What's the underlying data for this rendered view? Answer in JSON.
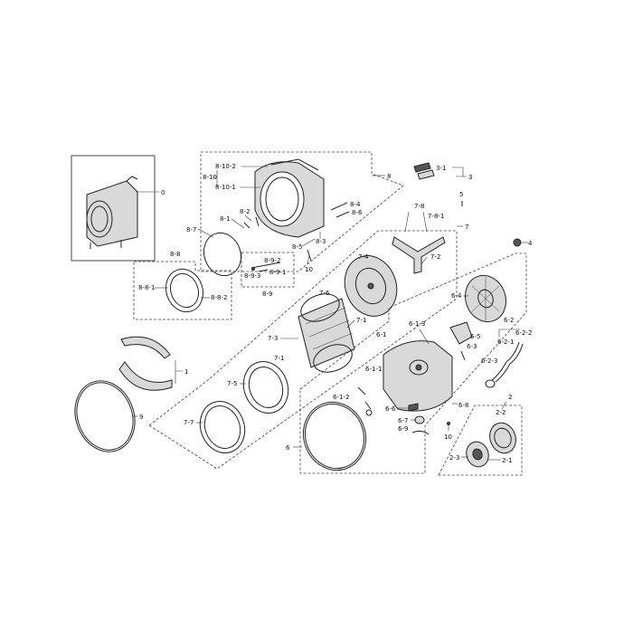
{
  "callouts": {
    "c0": "0",
    "c1": "1",
    "c2": "2",
    "c2_1": "2-1",
    "c2_2": "2-2",
    "c2_3": "2-3",
    "c3": "3",
    "c3_1": "3-1",
    "c4": "4",
    "c5": "5",
    "c6": "6",
    "c6_1": "6-1",
    "c6_1_1": "6-1-1",
    "c6_1_2": "6-1-2",
    "c6_1_3": "6-1-3",
    "c6_2": "6-2",
    "c6_2_1": "6-2-1",
    "c6_2_2": "6-2-2",
    "c6_2_3": "6-2-3",
    "c6_3": "6-3",
    "c6_4": "6-4",
    "c6_5": "6-5",
    "c6_6": "6-6",
    "c6_7": "6-7",
    "c6_8": "6-8",
    "c6_9": "6-9",
    "c7": "7",
    "c7_1a": "7-1",
    "c7_1b": "7-1",
    "c7_2": "7-2",
    "c7_3": "7-3",
    "c7_4": "7-4",
    "c7_5": "7-5",
    "c7_6": "7-6",
    "c7_7": "7-7",
    "c7_8": "7-8",
    "c7_8_1": "7-8-1",
    "c8": "8",
    "c8_1": "8-1",
    "c8_2": "8-2",
    "c8_3": "8-3",
    "c8_4": "8-4",
    "c8_5": "8-5",
    "c8_6": "8-6",
    "c8_7": "8-7",
    "c8_8": "8-8",
    "c8_8_1": "8-8-1",
    "c8_8_2": "8-8-2",
    "c8_9": "8-9",
    "c8_9_1": "8-9-1",
    "c8_9_2": "8-9-2",
    "c8_9_3": "8-9-3",
    "c8_10": "8-10",
    "c8_10_1": "8-10-1",
    "c8_10_2": "8-10-2",
    "c9": "9",
    "c10a": "10",
    "c10b": "10"
  }
}
